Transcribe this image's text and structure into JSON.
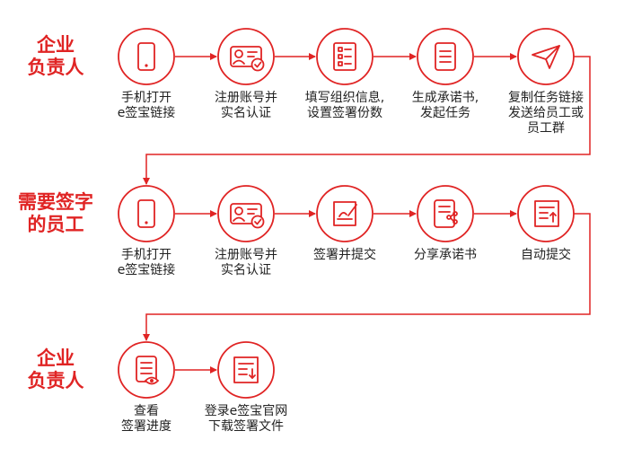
{
  "colors": {
    "accent": "#e02424",
    "text": "#222222",
    "background": "#ffffff"
  },
  "rows": [
    {
      "role": [
        "企业",
        "负责人"
      ],
      "steps": [
        {
          "icon": "phone-icon",
          "label": [
            "手机打开",
            "e签宝链接"
          ]
        },
        {
          "icon": "id-card-icon",
          "label": [
            "注册账号并",
            "实名认证"
          ]
        },
        {
          "icon": "checklist-icon",
          "label": [
            "填写组织信息,",
            "设置签署份数"
          ]
        },
        {
          "icon": "document-icon",
          "label": [
            "生成承诺书,",
            "发起任务"
          ]
        },
        {
          "icon": "paper-plane-icon",
          "label": [
            "复制任务链接",
            "发送给员工或",
            "员工群"
          ]
        }
      ]
    },
    {
      "role": [
        "需要签字",
        "的员工"
      ],
      "steps": [
        {
          "icon": "phone-icon",
          "label": [
            "手机打开",
            "e签宝链接"
          ]
        },
        {
          "icon": "id-card-icon",
          "label": [
            "注册账号并",
            "实名认证"
          ]
        },
        {
          "icon": "sign-pen-icon",
          "label": [
            "签署并提交"
          ]
        },
        {
          "icon": "share-document-icon",
          "label": [
            "分享承诺书"
          ]
        },
        {
          "icon": "upload-document-icon",
          "label": [
            "自动提交"
          ]
        }
      ]
    },
    {
      "role": [
        "企业",
        "负责人"
      ],
      "steps": [
        {
          "icon": "view-document-icon",
          "label": [
            "查看",
            "签署进度"
          ]
        },
        {
          "icon": "download-document-icon",
          "label": [
            "登录e签宝官网",
            "下载签署文件"
          ]
        }
      ]
    }
  ]
}
